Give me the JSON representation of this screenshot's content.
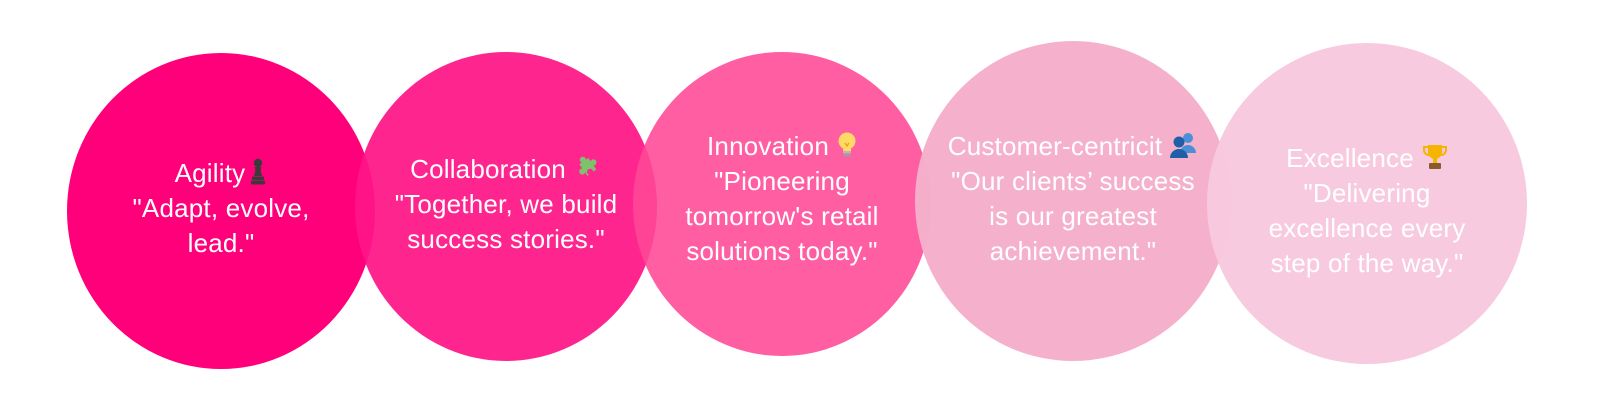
{
  "values": [
    {
      "title": "Agility",
      "icon": "chess-pawn-icon",
      "quote": "\"Adapt, evolve, lead.\"",
      "color": "#ff007a"
    },
    {
      "title": "Collaboration",
      "icon": "puzzle-piece-icon",
      "quote": "\"Together, we build success stories.\"",
      "color": "#ff1487"
    },
    {
      "title": "Innovation",
      "icon": "light-bulb-icon",
      "quote": "\"Pioneering tomorrow's retail solutions today.\"",
      "color": "#ff4896"
    },
    {
      "title": "Customer-centricit",
      "icon": "users-icon",
      "quote": "\"Our clients’ success is our greatest achievement.\"",
      "color": "#f5afca"
    },
    {
      "title": "Excellence",
      "icon": "trophy-icon",
      "quote": "\"Delivering excellence every step of the way.\"",
      "color": "#f8c8de"
    }
  ]
}
